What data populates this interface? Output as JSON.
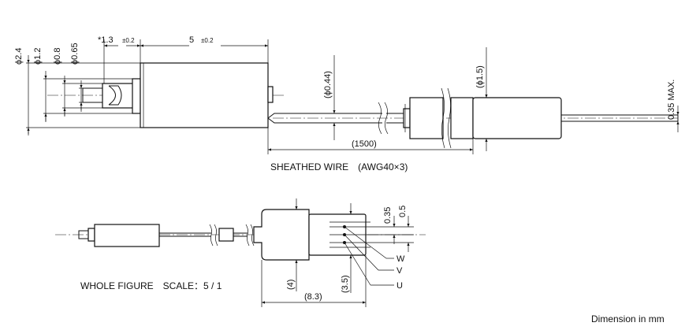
{
  "labels": {
    "dia_2_4": "ϕ2.4",
    "dia_1_2": "ϕ1.2",
    "dia_0_8": "ϕ0.8",
    "dia_0_65": "ϕ0.65",
    "dim_1_3": "*1.3",
    "tol_1_3": "±0.2",
    "dim_5": "5",
    "tol_5": "±0.2",
    "dia_0_44": "(ϕ0.44)",
    "dia_1_5": "(ϕ1.5)",
    "max_0_35": "0.35 MAX.",
    "len_1500": "(1500)",
    "wire_caption": "SHEATHED WIRE　(AWG40×3)",
    "dim_0_35": "0.35",
    "dim_0_5": "0.5",
    "dim_4": "(4)",
    "dim_3_5": "(3.5)",
    "dim_8_3": "(8.3)",
    "wire_w": "W",
    "wire_v": "V",
    "wire_u": "U",
    "scale_caption": "WHOLE FIGURE　SCALE：5 / 1",
    "units_note": "Dimension in mm"
  }
}
